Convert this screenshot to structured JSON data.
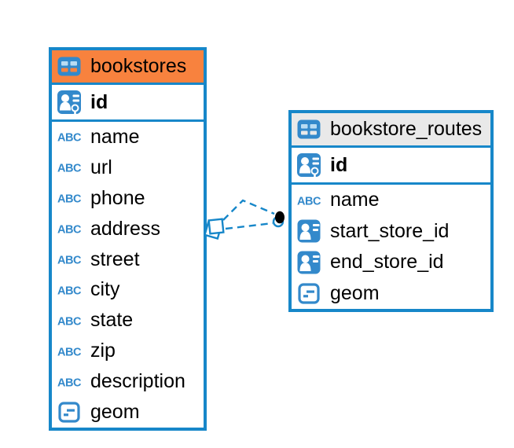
{
  "diagram": {
    "background": "#FFFFFF",
    "tables": [
      {
        "name": "bookstores",
        "header_color": "#F8823E",
        "columns": [
          {
            "name": "id",
            "icon": "primary-key-icon"
          },
          {
            "name": "name",
            "icon": "text-icon"
          },
          {
            "name": "url",
            "icon": "text-icon"
          },
          {
            "name": "phone",
            "icon": "text-icon"
          },
          {
            "name": "address",
            "icon": "text-icon"
          },
          {
            "name": "street",
            "icon": "text-icon"
          },
          {
            "name": "city",
            "icon": "text-icon"
          },
          {
            "name": "state",
            "icon": "text-icon"
          },
          {
            "name": "zip",
            "icon": "text-icon"
          },
          {
            "name": "description",
            "icon": "text-icon"
          },
          {
            "name": "geom",
            "icon": "geometry-icon"
          }
        ]
      },
      {
        "name": "bookstore_routes",
        "header_color": "#E9E9E9",
        "columns": [
          {
            "name": "id",
            "icon": "primary-key-icon"
          },
          {
            "name": "name",
            "icon": "text-icon"
          },
          {
            "name": "start_store_id",
            "icon": "reference-icon"
          },
          {
            "name": "end_store_id",
            "icon": "reference-icon"
          },
          {
            "name": "geom",
            "icon": "geometry-icon"
          }
        ]
      }
    ],
    "relationships": [
      {
        "from_table": "bookstore_routes",
        "to_table": "bookstores",
        "line_style": "dashed"
      },
      {
        "from_table": "bookstore_routes",
        "to_table": "bookstores",
        "line_style": "dashed"
      }
    ],
    "colors": {
      "table_border": "#1787C9",
      "bookstores_header": "#F8823E",
      "bookstore_routes_header": "#E9E9E9",
      "icon_blue": "#3389CB",
      "relation_line": "#1787C9",
      "text": "#000000"
    },
    "icon_glyphs": {
      "text_icon": "ABC"
    }
  }
}
